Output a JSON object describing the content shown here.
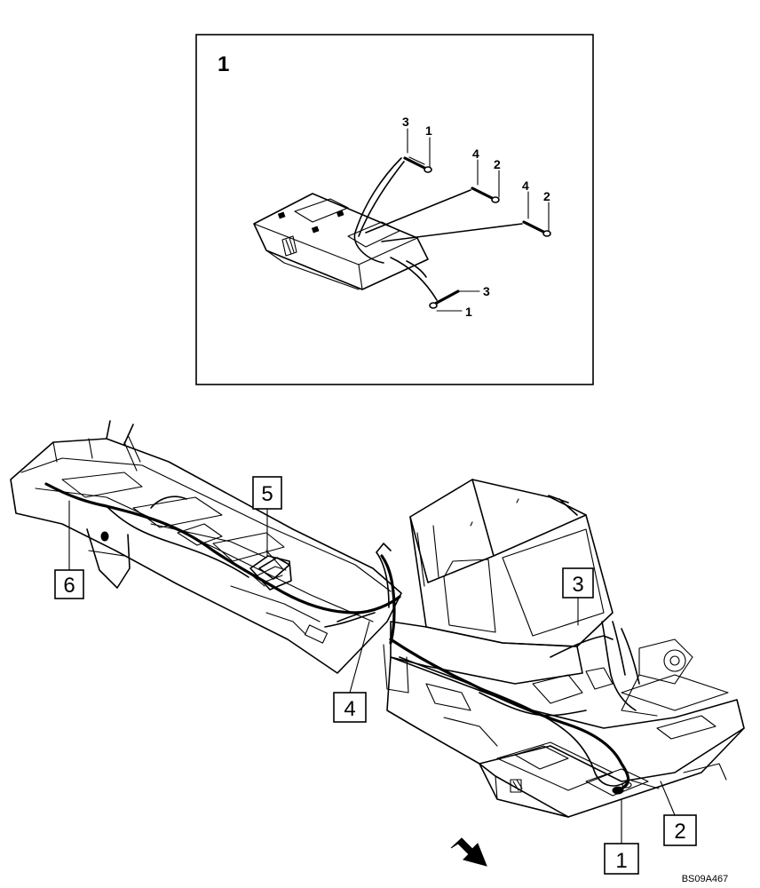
{
  "detail": {
    "title": "1",
    "connector_labels": [
      {
        "id": "c3a",
        "text": "3"
      },
      {
        "id": "c1a",
        "text": "1"
      },
      {
        "id": "c4a",
        "text": "4"
      },
      {
        "id": "c2a",
        "text": "2"
      },
      {
        "id": "c4b",
        "text": "4"
      },
      {
        "id": "c2b",
        "text": "2"
      },
      {
        "id": "c3b",
        "text": "3"
      },
      {
        "id": "c1b",
        "text": "1"
      }
    ]
  },
  "callouts": [
    {
      "id": "callout-1",
      "text": "1"
    },
    {
      "id": "callout-2",
      "text": "2"
    },
    {
      "id": "callout-3",
      "text": "3"
    },
    {
      "id": "callout-4",
      "text": "4"
    },
    {
      "id": "callout-5",
      "text": "5"
    },
    {
      "id": "callout-6",
      "text": "6"
    }
  ],
  "reference_code": "BS09A467",
  "icons": {
    "direction": "direction-arrow-icon"
  }
}
